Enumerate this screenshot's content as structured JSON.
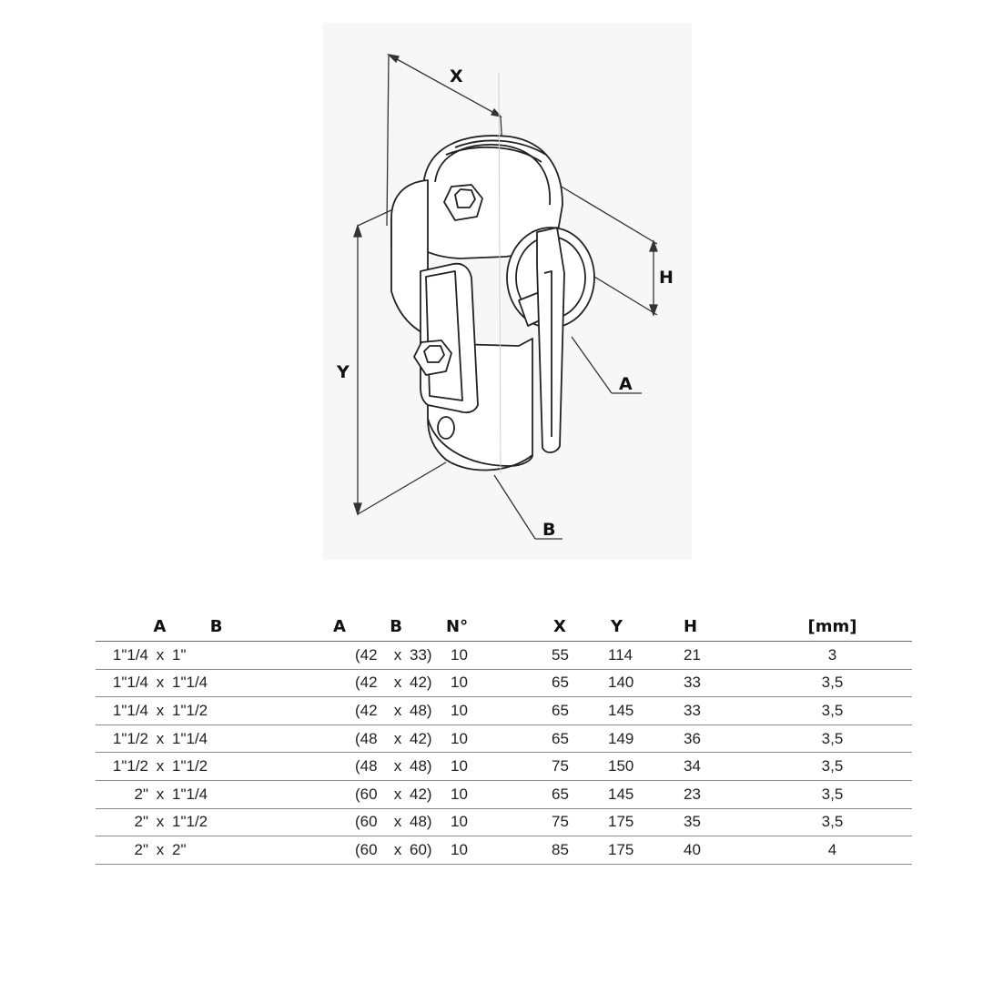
{
  "drawing": {
    "labels": {
      "x": "X",
      "y": "Y",
      "h": "H",
      "a": "A",
      "b": "B"
    }
  },
  "table": {
    "headers": {
      "inch_a": "A",
      "inch_b": "B",
      "mm_a": "A",
      "mm_b": "B",
      "qty": "N°",
      "x": "X",
      "y": "Y",
      "h": "H",
      "thickness": "[mm]"
    },
    "separator": "x",
    "rows": [
      {
        "inch_a": "1\"1/4",
        "inch_b": "1\"",
        "mm_a": "(42",
        "mm_b": "33)",
        "qty": "10",
        "x": "55",
        "y": "114",
        "h": "21",
        "thickness": "3"
      },
      {
        "inch_a": "1\"1/4",
        "inch_b": "1\"1/4",
        "mm_a": "(42",
        "mm_b": "42)",
        "qty": "10",
        "x": "65",
        "y": "140",
        "h": "33",
        "thickness": "3,5"
      },
      {
        "inch_a": "1\"1/4",
        "inch_b": "1\"1/2",
        "mm_a": "(42",
        "mm_b": "48)",
        "qty": "10",
        "x": "65",
        "y": "145",
        "h": "33",
        "thickness": "3,5"
      },
      {
        "inch_a": "1\"1/2",
        "inch_b": "1\"1/4",
        "mm_a": "(48",
        "mm_b": "42)",
        "qty": "10",
        "x": "65",
        "y": "149",
        "h": "36",
        "thickness": "3,5"
      },
      {
        "inch_a": "1\"1/2",
        "inch_b": "1\"1/2",
        "mm_a": "(48",
        "mm_b": "48)",
        "qty": "10",
        "x": "75",
        "y": "150",
        "h": "34",
        "thickness": "3,5"
      },
      {
        "inch_a": "2\"",
        "inch_b": "1\"1/4",
        "mm_a": "(60",
        "mm_b": "42)",
        "qty": "10",
        "x": "65",
        "y": "145",
        "h": "23",
        "thickness": "3,5"
      },
      {
        "inch_a": "2\"",
        "inch_b": "1\"1/2",
        "mm_a": "(60",
        "mm_b": "48)",
        "qty": "10",
        "x": "75",
        "y": "175",
        "h": "35",
        "thickness": "3,5"
      },
      {
        "inch_a": "2\"",
        "inch_b": "2\"",
        "mm_a": "(60",
        "mm_b": "60)",
        "qty": "10",
        "x": "85",
        "y": "175",
        "h": "40",
        "thickness": "4"
      }
    ]
  }
}
